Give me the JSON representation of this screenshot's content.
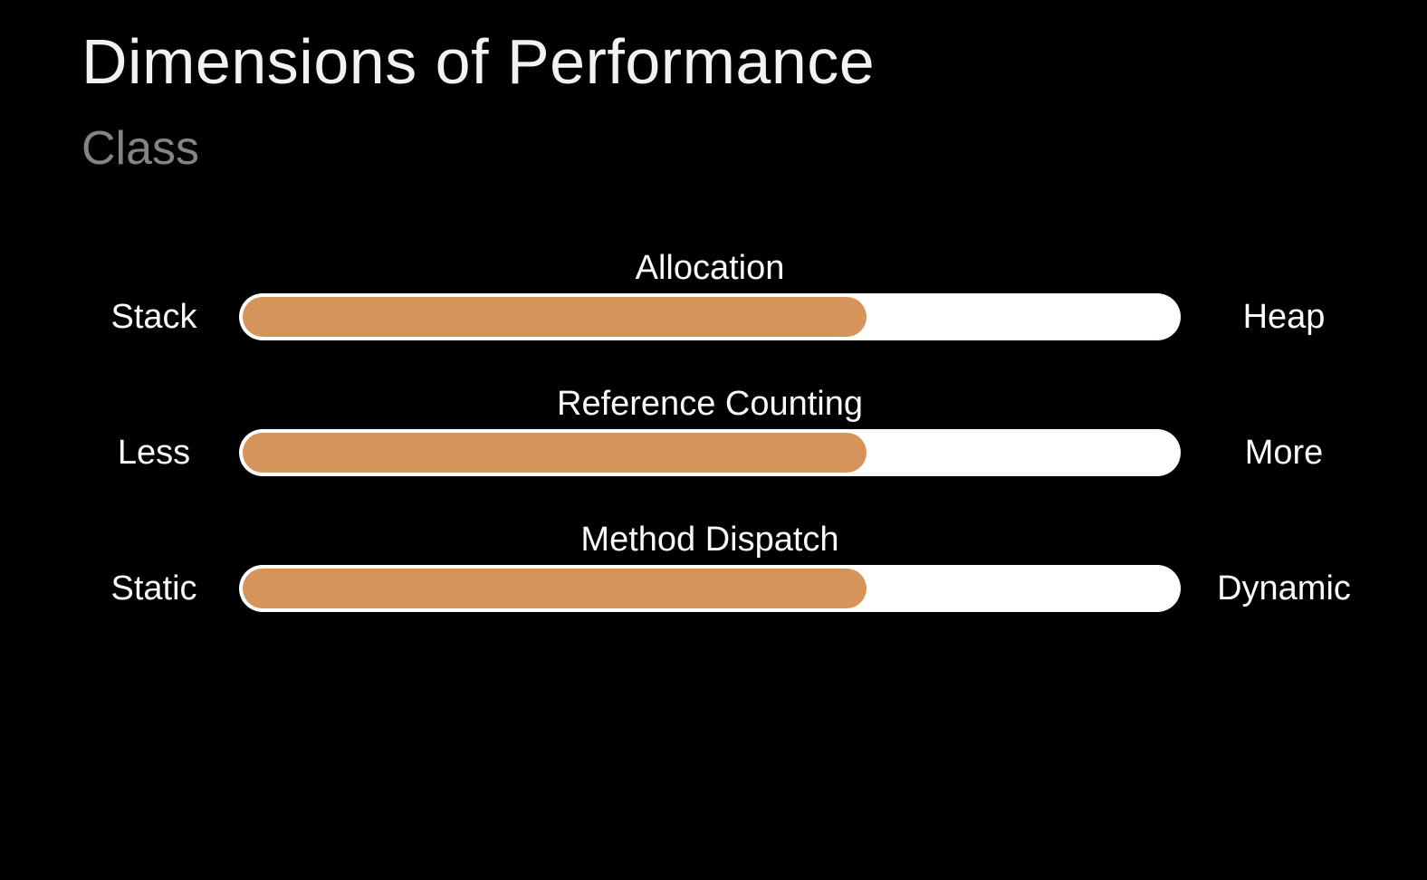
{
  "slide": {
    "title": "Dimensions of Performance",
    "subtitle": "Class"
  },
  "rows": [
    {
      "title": "Allocation",
      "left_label": "Stack",
      "right_label": "Heap",
      "fill_percent": 67
    },
    {
      "title": "Reference Counting",
      "left_label": "Less",
      "right_label": "More",
      "fill_percent": 67
    },
    {
      "title": "Method Dispatch",
      "left_label": "Static",
      "right_label": "Dynamic",
      "fill_percent": 67
    }
  ],
  "colors": {
    "background": "#000000",
    "title_text": "#f2f2f2",
    "subtitle_text": "#848484",
    "bar_track": "#ffffff",
    "bar_fill": "#d7945a",
    "label_text": "#fafafa"
  },
  "chart_data": {
    "type": "bar",
    "title": "Dimensions of Performance",
    "subtitle": "Class",
    "orientation": "horizontal",
    "categories": [
      "Allocation",
      "Reference Counting",
      "Method Dispatch"
    ],
    "values": [
      0.67,
      0.67,
      0.67
    ],
    "value_range": [
      0,
      1
    ],
    "scale_endpoints": [
      {
        "category": "Allocation",
        "min_label": "Stack",
        "max_label": "Heap"
      },
      {
        "category": "Reference Counting",
        "min_label": "Less",
        "max_label": "More"
      },
      {
        "category": "Method Dispatch",
        "min_label": "Static",
        "max_label": "Dynamic"
      }
    ],
    "grid": false,
    "legend": false
  }
}
